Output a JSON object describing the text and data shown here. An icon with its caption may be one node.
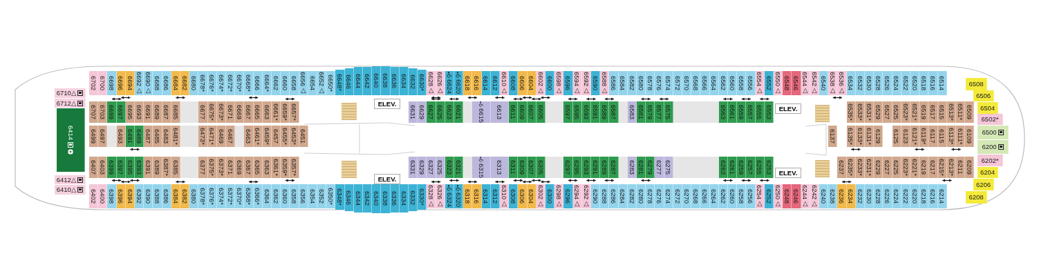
{
  "diagram": {
    "nodes": [
      {
        "text": [
          "6702"
        ]
      },
      {
        "text": [
          "6700"
        ]
      },
      {
        "text": [
          "6698"
        ]
      },
      {
        "text": [
          "6696"
        ]
      },
      {
        "text": [
          "6694"
        ]
      },
      {
        "text": [
          "6692△"
        ]
      },
      {
        "text": [
          "6690△"
        ]
      },
      {
        "text": [
          "6688"
        ]
      },
      {
        "text": [
          "6686"
        ]
      },
      {
        "text": [
          "6684"
        ]
      },
      {
        "text": [
          "6682"
        ]
      },
      {
        "text": [
          "6680"
        ]
      },
      {
        "text": [
          "6678*"
        ]
      },
      {
        "text": [
          "6676*"
        ]
      },
      {
        "text": [
          "6674*"
        ]
      },
      {
        "text": [
          "6672*"
        ]
      },
      {
        "text": [
          "6670*"
        ]
      },
      {
        "text": [
          "6668*"
        ]
      },
      {
        "text": [
          "6666"
        ]
      },
      {
        "text": [
          "6664*"
        ]
      },
      {
        "text": [
          "6662"
        ]
      },
      {
        "text": [
          "6660"
        ]
      },
      {
        "text": [
          "6658"
        ]
      },
      {
        "text": [
          "6656△"
        ]
      },
      {
        "text": [
          "6654"
        ]
      },
      {
        "text": [
          "6652△"
        ]
      },
      {
        "text": [
          "6650*"
        ]
      },
      {
        "text": [
          "6648*"
        ]
      },
      {
        "text": [
          "6646"
        ]
      },
      {
        "text": [
          "6644"
        ]
      },
      {
        "text": [
          "6642"
        ]
      },
      {
        "text": [
          "6640"
        ]
      },
      {
        "text": [
          "6638"
        ]
      },
      {
        "text": [
          "6636"
        ]
      },
      {
        "text": [
          "6634"
        ]
      },
      {
        "text": [
          "6632"
        ]
      },
      {
        "text": [
          "6630*"
        ]
      },
      {
        "text": [
          "6628△"
        ]
      },
      {
        "text": [
          "6626△"
        ]
      },
      {
        "text": [
          "6624"
        ]
      },
      {
        "text": [
          "6620"
        ]
      },
      {
        "text": [
          "6618"
        ]
      },
      {
        "text": [
          "6616"
        ]
      },
      {
        "text": [
          "6614"
        ]
      },
      {
        "text": [
          "6612"
        ]
      },
      {
        "text": [
          "6610△"
        ]
      },
      {
        "text": [
          "6608"
        ]
      },
      {
        "text": [
          "6606"
        ]
      },
      {
        "text": [
          "6604"
        ]
      },
      {
        "text": [
          "6602△"
        ]
      },
      {
        "text": [
          "6600"
        ]
      },
      {
        "text": [
          "6598△"
        ]
      },
      {
        "text": [
          "6596"
        ]
      },
      {
        "text": [
          "6594△"
        ]
      },
      {
        "text": [
          "6592△"
        ]
      },
      {
        "text": [
          "6590"
        ]
      },
      {
        "text": [
          "6588△"
        ]
      },
      {
        "text": [
          "6586"
        ]
      },
      {
        "text": [
          "6584"
        ]
      },
      {
        "text": [
          "6582"
        ]
      },
      {
        "text": [
          "6580"
        ]
      },
      {
        "text": [
          "6578"
        ]
      },
      {
        "text": [
          "6576"
        ]
      },
      {
        "text": [
          "6574"
        ]
      },
      {
        "text": [
          "6572"
        ]
      },
      {
        "text": [
          "6570"
        ]
      },
      {
        "text": [
          "6568"
        ]
      },
      {
        "text": [
          "6566"
        ]
      },
      {
        "text": [
          "6564"
        ]
      },
      {
        "text": [
          "6562"
        ]
      },
      {
        "text": [
          "6560"
        ]
      },
      {
        "text": [
          "6558"
        ]
      },
      {
        "text": [
          "6556"
        ]
      },
      {
        "text": [
          "6554△"
        ]
      },
      {
        "text": [
          "6552"
        ]
      },
      {
        "text": [
          "6550△"
        ]
      },
      {
        "text": [
          "6548"
        ]
      },
      {
        "text": [
          "6546"
        ]
      },
      {
        "text": [
          "6544△"
        ]
      },
      {
        "text": [
          "6542△"
        ]
      },
      {
        "text": [
          "6540"
        ]
      },
      {
        "text": [
          "6538△"
        ]
      },
      {
        "text": [
          "6536△"
        ]
      },
      {
        "text": [
          "6534"
        ]
      },
      {
        "text": [
          "6532"
        ]
      },
      {
        "text": [
          "6530"
        ]
      },
      {
        "text": [
          "6528"
        ]
      },
      {
        "text": [
          "6526"
        ]
      },
      {
        "text": [
          "6524"
        ]
      },
      {
        "text": [
          "6522"
        ]
      },
      {
        "text": [
          "6520"
        ]
      },
      {
        "text": [
          "6518"
        ]
      },
      {
        "text": [
          "6516"
        ]
      },
      {
        "text": [
          "6514"
        ]
      },
      {
        "text": [
          "6707"
        ]
      },
      {
        "text": [
          "6703"
        ]
      },
      {
        "text": [
          "6699"
        ]
      },
      {
        "text": [
          "6697"
        ]
      },
      {
        "text": [
          "6695"
        ]
      },
      {
        "text": [
          "6693"
        ]
      },
      {
        "text": [
          "6691"
        ]
      },
      {
        "text": [
          "6689"
        ]
      },
      {
        "text": [
          "6687"
        ]
      },
      {
        "text": [
          "6685"
        ]
      },
      {
        "text": [
          "6677"
        ]
      },
      {
        "text": [
          "6675*"
        ]
      },
      {
        "text": [
          "6673*"
        ]
      },
      {
        "text": [
          "6671"
        ]
      },
      {
        "text": [
          "6669"
        ]
      },
      {
        "text": [
          "6667"
        ]
      },
      {
        "text": [
          "6665"
        ]
      },
      {
        "text": [
          "6663"
        ]
      },
      {
        "text": [
          "6661*"
        ]
      },
      {
        "text": [
          "6659*"
        ]
      },
      {
        "text": [
          "6657*"
        ]
      },
      {
        "text": [
          "6631"
        ]
      },
      {
        "text": [
          "6629"
        ]
      },
      {
        "text": [
          "6627"
        ]
      },
      {
        "text": [
          "6625"
        ]
      },
      {
        "text": [
          "6623"
        ]
      },
      {
        "text": [
          "6621"
        ]
      },
      {
        "text": [
          "6615"
        ]
      },
      {
        "text": [
          "6613"
        ]
      },
      {
        "text": [
          "6611"
        ]
      },
      {
        "text": [
          "6609"
        ]
      },
      {
        "text": [
          "6607"
        ]
      },
      {
        "text": [
          "6605"
        ]
      },
      {
        "text": [
          "6597"
        ]
      },
      {
        "text": [
          "6595"
        ]
      },
      {
        "text": [
          "6593"
        ]
      },
      {
        "text": [
          "6591"
        ]
      },
      {
        "text": [
          "6589"
        ]
      },
      {
        "text": [
          "6587"
        ]
      },
      {
        "text": [
          "6583"
        ]
      },
      {
        "text": [
          "6581"
        ]
      },
      {
        "text": [
          "6579"
        ]
      },
      {
        "text": [
          "6577"
        ]
      },
      {
        "text": [
          "6575"
        ]
      },
      {
        "text": [
          "6563"
        ]
      },
      {
        "text": [
          "6561"
        ]
      },
      {
        "text": [
          "6559"
        ]
      },
      {
        "text": [
          "6557"
        ]
      },
      {
        "text": [
          "6555"
        ]
      },
      {
        "text": [
          "6553"
        ]
      },
      {
        "text": [
          "6535*"
        ]
      },
      {
        "text": [
          "6533*"
        ]
      },
      {
        "text": [
          "6531*"
        ]
      },
      {
        "text": [
          "6529"
        ]
      },
      {
        "text": [
          "6527"
        ]
      },
      {
        "text": [
          "6525"
        ]
      },
      {
        "text": [
          "6523*"
        ]
      },
      {
        "text": [
          "6521*"
        ]
      },
      {
        "text": [
          "6519"
        ]
      },
      {
        "text": [
          "6517"
        ]
      },
      {
        "text": [
          "6515"
        ]
      },
      {
        "text": [
          "6513*"
        ]
      },
      {
        "text": [
          "6511*"
        ]
      },
      {
        "text": [
          "6509"
        ]
      },
      {
        "text": [
          "6499"
        ]
      },
      {
        "text": [
          "6497"
        ]
      },
      {
        "text": [
          "6493"
        ]
      },
      {
        "text": [
          "6491"
        ]
      },
      {
        "text": [
          "6489"
        ]
      },
      {
        "text": [
          "6487"
        ]
      },
      {
        "text": [
          "6485"
        ]
      },
      {
        "text": [
          "6483"
        ]
      },
      {
        "text": [
          "6481*"
        ]
      },
      {
        "text": [
          "6473*"
        ]
      },
      {
        "text": [
          "6471*"
        ]
      },
      {
        "text": [
          "6469"
        ]
      },
      {
        "text": [
          "6467"
        ]
      },
      {
        "text": [
          "6463"
        ]
      },
      {
        "text": [
          "6461*"
        ]
      },
      {
        "text": [
          "6459*"
        ]
      },
      {
        "text": [
          "6457"
        ]
      },
      {
        "text": [
          "6455*"
        ]
      },
      {
        "text": [
          "6453*"
        ]
      },
      {
        "text": [
          "6451"
        ]
      },
      {
        "text": [
          "6137"
        ]
      },
      {
        "text": [
          "6135*"
        ]
      },
      {
        "text": [
          "6133*"
        ]
      },
      {
        "text": [
          "6131*"
        ]
      },
      {
        "text": [
          "6129"
        ]
      },
      {
        "text": [
          "6125"
        ]
      },
      {
        "text": [
          "6123"
        ]
      },
      {
        "text": [
          "6121*"
        ]
      },
      {
        "text": [
          "6119*"
        ]
      },
      {
        "text": [
          "6117"
        ]
      },
      {
        "text": [
          "6115"
        ]
      },
      {
        "text": [
          "6113*"
        ]
      },
      {
        "text": [
          "6111*"
        ]
      },
      {
        "text": [
          "6109"
        ]
      },
      {
        "text": [
          "6407"
        ]
      },
      {
        "text": [
          "6403"
        ]
      },
      {
        "text": [
          "6399"
        ]
      },
      {
        "text": [
          "6397"
        ]
      },
      {
        "text": [
          "6395"
        ]
      },
      {
        "text": [
          "6393"
        ]
      },
      {
        "text": [
          "6391"
        ]
      },
      {
        "text": [
          "6389"
        ]
      },
      {
        "text": [
          "6387*"
        ]
      },
      {
        "text": [
          "6385"
        ]
      },
      {
        "text": [
          "6377"
        ]
      },
      {
        "text": [
          "6375*"
        ]
      },
      {
        "text": [
          "6373*"
        ]
      },
      {
        "text": [
          "6371"
        ]
      },
      {
        "text": [
          "6369"
        ]
      },
      {
        "text": [
          "6367"
        ]
      },
      {
        "text": [
          "6365"
        ]
      },
      {
        "text": [
          "6363"
        ]
      },
      {
        "text": [
          "6361*"
        ]
      },
      {
        "text": [
          "6359*"
        ]
      },
      {
        "text": [
          "6357*"
        ]
      },
      {
        "text": [
          "6331"
        ]
      },
      {
        "text": [
          "6329"
        ]
      },
      {
        "text": [
          "6327"
        ]
      },
      {
        "text": [
          "6325"
        ]
      },
      {
        "text": [
          "6323"
        ]
      },
      {
        "text": [
          "6321"
        ]
      },
      {
        "text": [
          "6315"
        ]
      },
      {
        "text": [
          "6313"
        ]
      },
      {
        "text": [
          "6311"
        ]
      },
      {
        "text": [
          "6309"
        ]
      },
      {
        "text": [
          "6307"
        ]
      },
      {
        "text": [
          "6305"
        ]
      },
      {
        "text": [
          "6297"
        ]
      },
      {
        "text": [
          "6295"
        ]
      },
      {
        "text": [
          "6293"
        ]
      },
      {
        "text": [
          "6291"
        ]
      },
      {
        "text": [
          "6289"
        ]
      },
      {
        "text": [
          "6287"
        ]
      },
      {
        "text": [
          "6283"
        ]
      },
      {
        "text": [
          "6281"
        ]
      },
      {
        "text": [
          "6279"
        ]
      },
      {
        "text": [
          "6277"
        ]
      },
      {
        "text": [
          "6275"
        ]
      },
      {
        "text": [
          "6263"
        ]
      },
      {
        "text": [
          "6261"
        ]
      },
      {
        "text": [
          "6259"
        ]
      },
      {
        "text": [
          "6257"
        ]
      },
      {
        "text": [
          "6255"
        ]
      },
      {
        "text": [
          "6253"
        ]
      },
      {
        "text": [
          "6237"
        ]
      },
      {
        "text": [
          "6235*"
        ]
      },
      {
        "text": [
          "6233*"
        ]
      },
      {
        "text": [
          "6231*"
        ]
      },
      {
        "text": [
          "6229"
        ]
      },
      {
        "text": [
          "6227"
        ]
      },
      {
        "text": [
          "6225"
        ]
      },
      {
        "text": [
          "6223*"
        ]
      },
      {
        "text": [
          "6221*"
        ]
      },
      {
        "text": [
          "6219"
        ]
      },
      {
        "text": [
          "6217"
        ]
      },
      {
        "text": [
          "6215*"
        ]
      },
      {
        "text": [
          "6213*"
        ]
      },
      {
        "text": [
          "6211"
        ]
      },
      {
        "text": [
          "6209"
        ]
      },
      {
        "text": [
          "6402"
        ]
      },
      {
        "text": [
          "6400"
        ]
      },
      {
        "text": [
          "6398"
        ]
      },
      {
        "text": [
          "6396"
        ]
      },
      {
        "text": [
          "6394"
        ]
      },
      {
        "text": [
          "6392"
        ]
      },
      {
        "text": [
          "6390"
        ]
      },
      {
        "text": [
          "6388"
        ]
      },
      {
        "text": [
          "6386"
        ]
      },
      {
        "text": [
          "6384"
        ]
      },
      {
        "text": [
          "6382"
        ]
      },
      {
        "text": [
          "6380"
        ]
      },
      {
        "text": [
          "6378*"
        ]
      },
      {
        "text": [
          "6376*"
        ]
      },
      {
        "text": [
          "6374*"
        ]
      },
      {
        "text": [
          "6372*"
        ]
      },
      {
        "text": [
          "6370*"
        ]
      },
      {
        "text": [
          "6368*"
        ]
      },
      {
        "text": [
          "6366*"
        ]
      },
      {
        "text": [
          "6364"
        ]
      },
      {
        "text": [
          "6362"
        ]
      },
      {
        "text": [
          "6360"
        ]
      },
      {
        "text": [
          "6358"
        ]
      },
      {
        "text": [
          "6356"
        ]
      },
      {
        "text": [
          "6354"
        ]
      },
      {
        "text": [
          "6352"
        ]
      },
      {
        "text": [
          "6350*"
        ]
      },
      {
        "text": [
          "6348*"
        ]
      },
      {
        "text": [
          "6346"
        ]
      },
      {
        "text": [
          "6344"
        ]
      },
      {
        "text": [
          "6342"
        ]
      },
      {
        "text": [
          "6340"
        ]
      },
      {
        "text": [
          "6338"
        ]
      },
      {
        "text": [
          "6336"
        ]
      },
      {
        "text": [
          "6334"
        ]
      },
      {
        "text": [
          "6332"
        ]
      },
      {
        "text": [
          "6330*"
        ]
      },
      {
        "text": [
          "6328△"
        ]
      },
      {
        "text": [
          "6326△"
        ]
      },
      {
        "text": [
          "6324"
        ]
      },
      {
        "text": [
          "6320"
        ]
      },
      {
        "text": [
          "6318"
        ]
      },
      {
        "text": [
          "6316"
        ]
      },
      {
        "text": [
          "6314"
        ]
      },
      {
        "text": [
          "6312"
        ]
      },
      {
        "text": [
          "6310△"
        ]
      },
      {
        "text": [
          "6308"
        ]
      },
      {
        "text": [
          "6306"
        ]
      },
      {
        "text": [
          "6304"
        ]
      },
      {
        "text": [
          "6302△"
        ]
      },
      {
        "text": [
          "6300"
        ]
      },
      {
        "text": [
          "6298△"
        ]
      },
      {
        "text": [
          "6296"
        ]
      },
      {
        "text": [
          "6294△"
        ]
      },
      {
        "text": [
          "6292△"
        ]
      },
      {
        "text": [
          "6290"
        ]
      },
      {
        "text": [
          "6288"
        ]
      },
      {
        "text": [
          "6286"
        ]
      },
      {
        "text": [
          "6284"
        ]
      },
      {
        "text": [
          "6282"
        ]
      },
      {
        "text": [
          "6280"
        ]
      },
      {
        "text": [
          "6278"
        ]
      },
      {
        "text": [
          "6276"
        ]
      },
      {
        "text": [
          "6274"
        ]
      },
      {
        "text": [
          "6272"
        ]
      },
      {
        "text": [
          "6270"
        ]
      },
      {
        "text": [
          "6268"
        ]
      },
      {
        "text": [
          "6266"
        ]
      },
      {
        "text": [
          "6264"
        ]
      },
      {
        "text": [
          "6262"
        ]
      },
      {
        "text": [
          "6260"
        ]
      },
      {
        "text": [
          "6258"
        ]
      },
      {
        "text": [
          "6256"
        ]
      },
      {
        "text": [
          "6254△"
        ]
      },
      {
        "text": [
          "6252"
        ]
      },
      {
        "text": [
          "6250△"
        ]
      },
      {
        "text": [
          "6248"
        ]
      },
      {
        "text": [
          "6246"
        ]
      },
      {
        "text": [
          "6244△"
        ]
      },
      {
        "text": [
          "6242△"
        ]
      },
      {
        "text": [
          "6240"
        ]
      },
      {
        "text": [
          "6238"
        ]
      },
      {
        "text": [
          "6236"
        ]
      },
      {
        "text": [
          "6234"
        ]
      },
      {
        "text": [
          "6232"
        ]
      },
      {
        "text": [
          "6230"
        ]
      },
      {
        "text": [
          "6228"
        ]
      },
      {
        "text": [
          "6226"
        ]
      },
      {
        "text": [
          "6224"
        ]
      },
      {
        "text": [
          "6222"
        ]
      },
      {
        "text": [
          "6220"
        ]
      },
      {
        "text": [
          "6218"
        ]
      },
      {
        "text": [
          "6216"
        ]
      },
      {
        "text": [
          "6214"
        ]
      },
      {
        "text": [
          "6710△"
        ]
      },
      {
        "text": [
          "6712△"
        ]
      },
      {
        "text": [
          "6414"
        ]
      },
      {
        "text": [
          "6412△"
        ]
      },
      {
        "text": [
          "6410△"
        ]
      },
      {
        "text": [
          "6508"
        ]
      },
      {
        "text": [
          "6506"
        ]
      },
      {
        "text": [
          "6504"
        ]
      },
      {
        "text": [
          "6502*"
        ]
      },
      {
        "text": [
          "6500"
        ]
      },
      {
        "text": [
          "6200"
        ]
      },
      {
        "text": [
          "6202*"
        ]
      },
      {
        "text": [
          "6204"
        ]
      },
      {
        "text": [
          "6206"
        ]
      },
      {
        "text": [
          "6208"
        ]
      },
      {
        "text": [
          "ELEV."
        ]
      },
      {
        "text": [
          "ELEV."
        ]
      },
      {
        "text": [
          "ELEV."
        ]
      },
      {
        "text": [
          "ELEV."
        ]
      }
    ],
    "edges": [
      {
        "from": 3,
        "to": 4,
        "arrow": "both"
      },
      {
        "from": 9,
        "to": 10,
        "arrow": "both"
      },
      {
        "from": 17,
        "to": 18,
        "arrow": "both"
      },
      {
        "from": 37,
        "to": 38,
        "arrow": "both"
      },
      {
        "from": 41,
        "to": 42,
        "arrow": "both"
      },
      {
        "from": 44,
        "to": 45,
        "arrow": "both"
      },
      {
        "from": 47,
        "to": 48,
        "arrow": "both"
      },
      {
        "from": 49,
        "to": 50,
        "arrow": "both"
      },
      {
        "from": 81,
        "to": 82,
        "arrow": "both"
      },
      {
        "from": 96,
        "to": 97,
        "arrow": "both"
      },
      {
        "from": 113,
        "to": 114,
        "arrow": "both"
      },
      {
        "from": 117,
        "to": 118,
        "arrow": "both"
      },
      {
        "from": 119,
        "to": 120,
        "arrow": "both"
      },
      {
        "from": 123,
        "to": 124,
        "arrow": "both"
      },
      {
        "from": 125,
        "to": 126,
        "arrow": "both"
      },
      {
        "from": 127,
        "to": 128,
        "arrow": "both"
      },
      {
        "from": 129,
        "to": 130,
        "arrow": "both"
      },
      {
        "from": 131,
        "to": 132,
        "arrow": "both"
      },
      {
        "from": 134,
        "to": 135,
        "arrow": "both"
      },
      {
        "from": 136,
        "to": 137,
        "arrow": "both"
      },
      {
        "from": 138,
        "to": 139,
        "arrow": "both"
      },
      {
        "from": 140,
        "to": 141,
        "arrow": "both"
      },
      {
        "from": 142,
        "to": 143,
        "arrow": "both"
      },
      {
        "from": 161,
        "to": 162,
        "arrow": "both"
      },
      {
        "from": 179,
        "to": 180,
        "arrow": "both"
      },
      {
        "from": 185,
        "to": 186,
        "arrow": "both"
      },
      {
        "from": 189,
        "to": 190,
        "arrow": "both"
      },
      {
        "from": 194,
        "to": 195,
        "arrow": "both"
      },
      {
        "from": 196,
        "to": 197,
        "arrow": "both"
      },
      {
        "from": 211,
        "to": 212,
        "arrow": "both"
      },
      {
        "from": 217,
        "to": 218,
        "arrow": "both"
      },
      {
        "from": 221,
        "to": 222,
        "arrow": "both"
      },
      {
        "from": 223,
        "to": 224,
        "arrow": "both"
      },
      {
        "from": 225,
        "to": 226,
        "arrow": "both"
      },
      {
        "from": 227,
        "to": 228,
        "arrow": "both"
      },
      {
        "from": 229,
        "to": 230,
        "arrow": "both"
      },
      {
        "from": 232,
        "to": 233,
        "arrow": "both"
      },
      {
        "from": 236,
        "to": 237,
        "arrow": "both"
      },
      {
        "from": 238,
        "to": 239,
        "arrow": "both"
      },
      {
        "from": 240,
        "to": 241,
        "arrow": "both"
      },
      {
        "from": 253,
        "to": 254,
        "arrow": "both"
      },
      {
        "from": 260,
        "to": 261,
        "arrow": "both"
      },
      {
        "from": 266,
        "to": 267,
        "arrow": "both"
      },
      {
        "from": 274,
        "to": 275,
        "arrow": "both"
      },
      {
        "from": 294,
        "to": 295,
        "arrow": "both"
      },
      {
        "from": 298,
        "to": 299,
        "arrow": "both"
      },
      {
        "from": 301,
        "to": 302,
        "arrow": "both"
      },
      {
        "from": 304,
        "to": 305,
        "arrow": "both"
      },
      {
        "from": 306,
        "to": 307,
        "arrow": "both"
      },
      {
        "from": 339,
        "to": 340,
        "arrow": "both"
      }
    ]
  }
}
